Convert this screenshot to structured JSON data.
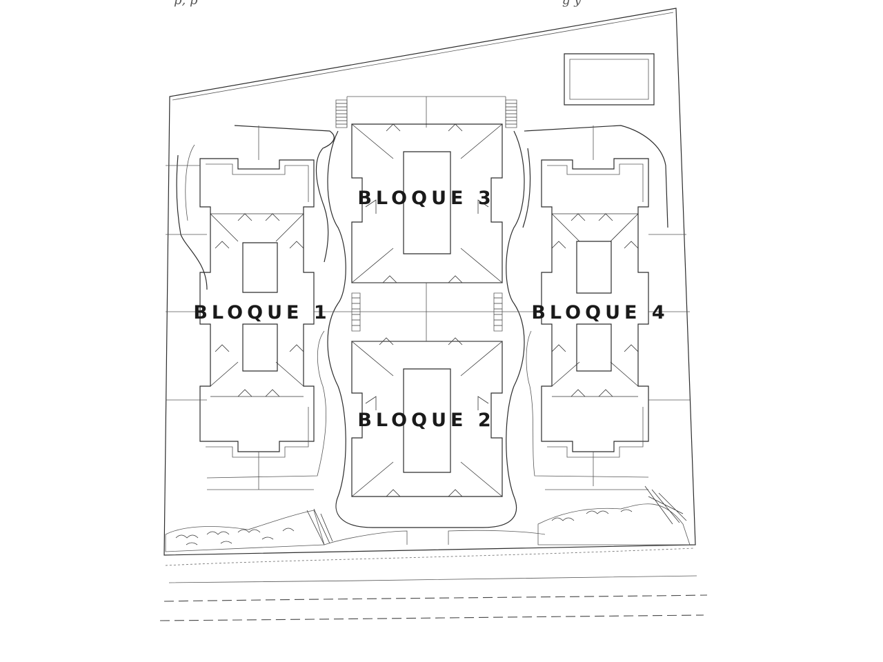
{
  "diagram": {
    "top_note_left": "p, p",
    "top_note_right": "g  y",
    "blocks": [
      {
        "id": "bloque-1",
        "label": "BLOQUE 1"
      },
      {
        "id": "bloque-2",
        "label": "BLOQUE 2"
      },
      {
        "id": "bloque-3",
        "label": "BLOQUE 3"
      },
      {
        "id": "bloque-4",
        "label": "BLOQUE 4"
      }
    ]
  }
}
